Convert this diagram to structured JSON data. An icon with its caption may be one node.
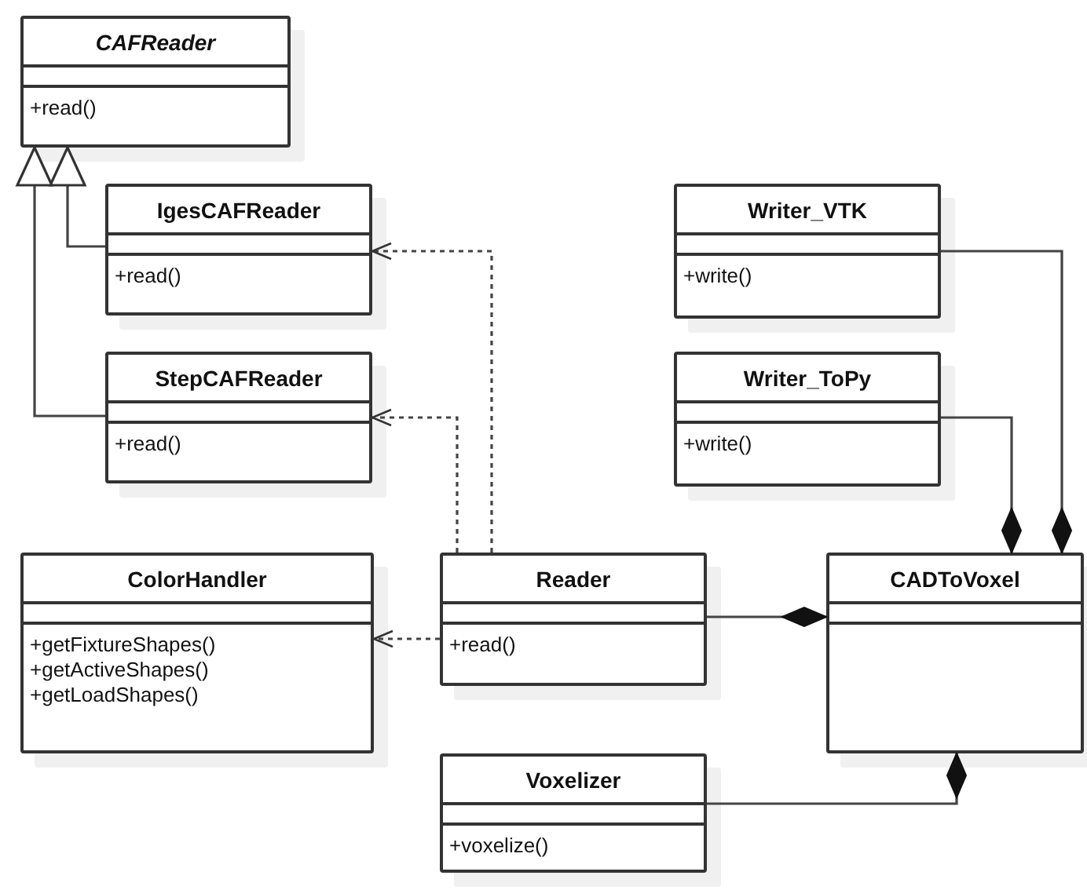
{
  "diagram": {
    "nodes": [
      {
        "text": [
          "CAFReader",
          "+read()"
        ]
      },
      {
        "text": [
          "IgesCAFReader",
          "+read()"
        ]
      },
      {
        "text": [
          "Writer_VTK",
          "+write()"
        ]
      },
      {
        "text": [
          "StepCAFReader",
          "+read()"
        ]
      },
      {
        "text": [
          "Writer_ToPy",
          "+write()"
        ]
      },
      {
        "text": [
          "ColorHandler",
          "+getFixtureShapes()",
          "+getActiveShapes()",
          "+getLoadShapes()"
        ]
      },
      {
        "text": [
          "Reader",
          "+read()"
        ]
      },
      {
        "text": [
          "CADToVoxel"
        ]
      },
      {
        "text": [
          "Voxelizer",
          "+voxelize()"
        ]
      }
    ],
    "edges": [
      {
        "from": 1,
        "to": 0,
        "arrow": "to"
      },
      {
        "from": 3,
        "to": 0,
        "arrow": "to"
      },
      {
        "from": 6,
        "to": 1,
        "arrow": "to",
        "style": "dashed"
      },
      {
        "from": 6,
        "to": 3,
        "arrow": "to",
        "style": "dashed"
      },
      {
        "from": 6,
        "to": 5,
        "arrow": "to",
        "style": "dashed"
      },
      {
        "from": 2,
        "to": 7,
        "arrow": "other"
      },
      {
        "from": 4,
        "to": 7,
        "arrow": "other"
      },
      {
        "from": 6,
        "to": 7,
        "arrow": "other"
      },
      {
        "from": 8,
        "to": 7,
        "arrow": "other"
      }
    ]
  }
}
